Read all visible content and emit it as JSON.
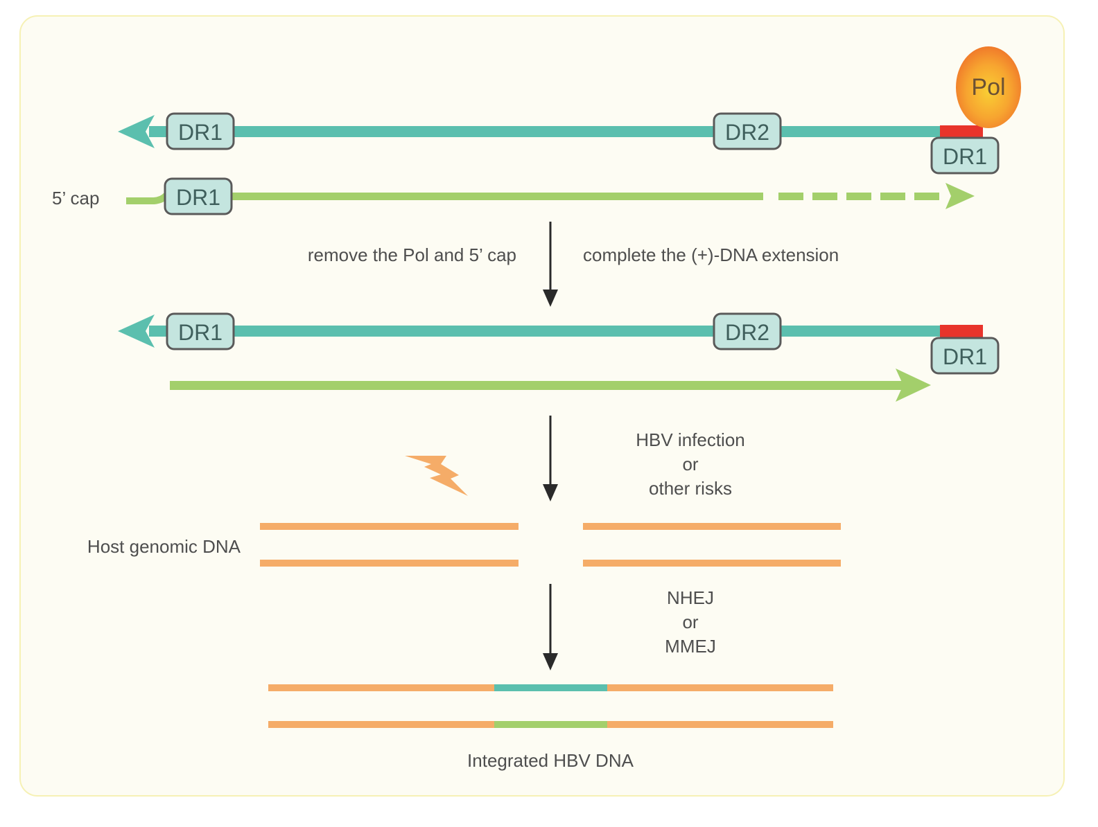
{
  "labels": {
    "five_cap": "5’ cap",
    "step1_left": "remove the Pol and 5’ cap",
    "step1_right": "complete the (+)-DNA extension",
    "step2_l1": "HBV infection",
    "step2_l2": "or",
    "step2_l3": "other risks",
    "host": "Host genomic DNA",
    "step3_l1": "NHEJ",
    "step3_l2": "or",
    "step3_l3": "MMEJ",
    "integrated": "Integrated HBV DNA",
    "pol": "Pol"
  },
  "boxes": {
    "dr1": "DR1",
    "dr2": "DR2"
  },
  "colors": {
    "teal": "#5bbfae",
    "green": "#a3cf6b",
    "orange": "#f5ac68",
    "red": "#e8342b",
    "box_fill": "#c4e5df",
    "box_stroke": "#5a5a5a",
    "pol_center": "#f8c12e",
    "pol_edge": "#f2812c",
    "arrow": "#2a2a2a",
    "lightning": "#f5ac68"
  },
  "icons": {
    "lightning": "lightning-bolt-icon"
  }
}
